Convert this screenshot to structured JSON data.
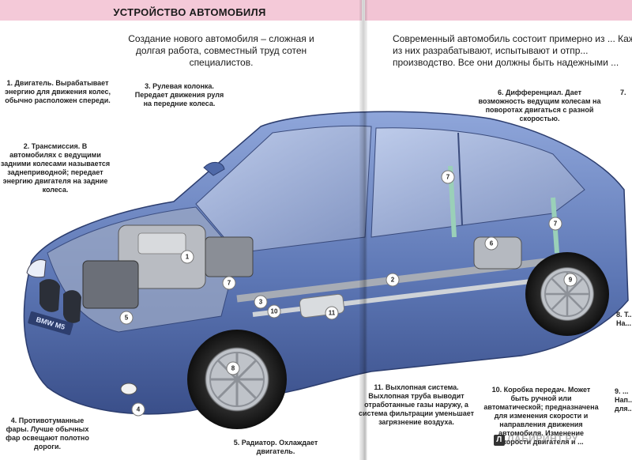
{
  "page": {
    "title": "УСТРОЙСТВО АВТОМОБИЛЯ",
    "intro_left": "Создание нового автомобиля – сложная и долгая работа, совместный труд сотен специалистов.",
    "intro_right": "Современный автомобиль состоит примерно из ... Каждую из них разрабатывают, испытывают и отпр... производство. Все они должны быть надежными ..."
  },
  "callouts": {
    "c1": "1. Двигатель. Вырабатывает энергию для движения колес, обычно расположен спереди.",
    "c2": "2. Трансмиссия. В автомобилях с ведущими задними колесами называется заднеприводной; передает энергию двигателя на задние колеса.",
    "c3": "3. Рулевая колонка. Передает движения руля на передние колеса.",
    "c4": "4. Противотуманные фары. Лучше обычных фар освещают полотно дороги.",
    "c5": "5. Радиатор. Охлаждает двигатель.",
    "c6": "6. Дифференциал. Дает возможность ведущим колесам на поворотах двигаться с разной скоростью.",
    "c7": "7.",
    "c8": "8. Т... На...",
    "c9": "9. ... Нап... для...",
    "c10": "10. Коробка передач. Может быть ручной или автоматической; предназначена для изменения скорости и направления движения автомобиля. Изменение скорости двигателя и ...",
    "c11": "11. Выхлопная система. Выхлопная труба выводит отработанные газы наружу, а система фильтрации уменьшает загрязнение воздуха."
  },
  "markers": [
    "1",
    "2",
    "3",
    "4",
    "5",
    "6",
    "7",
    "7",
    "7",
    "8",
    "9",
    "10",
    "11"
  ],
  "car": {
    "plate_text": "BMW M5"
  },
  "watermark": {
    "mark": "Л",
    "text": "ЛАБИРИНТ.РУ"
  },
  "colors": {
    "body": "#5d77b5",
    "pink": "#f4c9d8"
  }
}
